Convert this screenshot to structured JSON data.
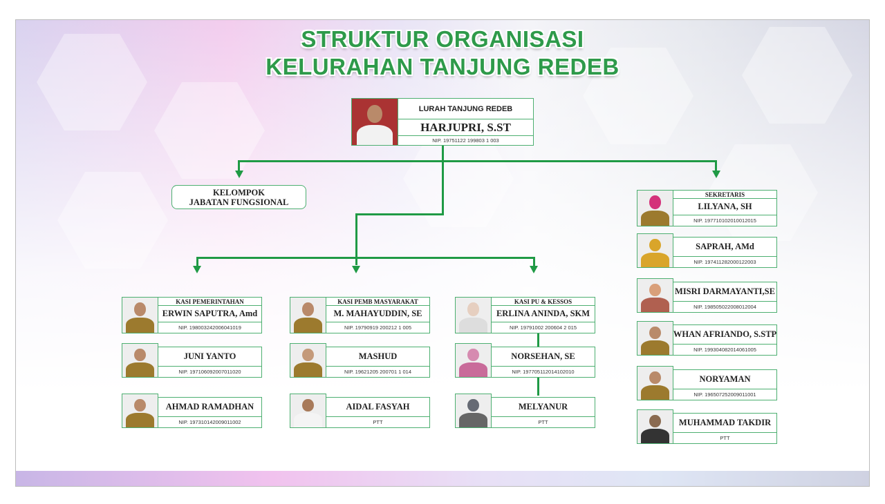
{
  "title": {
    "line1": "STRUKTUR ORGANISASI",
    "line2": "KELURAHAN TANJUNG REDEB"
  },
  "colors": {
    "accent": "#2e9a4a",
    "border": "#4caf70"
  },
  "lurah": {
    "position": "LURAH TANJUNG REDEB",
    "name": "HARJUPRI, S.ST",
    "nip": "NIP. 19751122 199803 1 003"
  },
  "kelompok": {
    "line1": "KELOMPOK",
    "line2": "JABATAN FUNGSIONAL"
  },
  "pemerintahan": [
    {
      "position": "KASI PEMERINTAHAN",
      "name": "ERWIN SAPUTRA, Amd",
      "nip": "NIP. 198003242006041019"
    },
    {
      "name": "JUNI YANTO",
      "nip": "NIP. 197106092007011020"
    },
    {
      "name": "AHMAD RAMADHAN",
      "nip": "NIP. 197310142009011002"
    }
  ],
  "pemb": [
    {
      "position": "KASI PEMB MASYARAKAT",
      "name": "M. MAHAYUDDIN, SE",
      "nip": "NIP. 19790919 200212 1 005"
    },
    {
      "name": "MASHUD",
      "nip": "NIP. 19621205 200701 1 014"
    },
    {
      "name": "AIDAL FASYAH",
      "nip": "PTT"
    }
  ],
  "pu": [
    {
      "position": "KASI PU & KESSOS",
      "name": "ERLINA ANINDA, SKM",
      "nip": "NIP. 19791002 200604 2 015"
    },
    {
      "name": "NORSEHAN, SE",
      "nip": "NIP. 197705112014102010"
    },
    {
      "name": "MELYANUR",
      "nip": "PTT"
    }
  ],
  "sekretariat": [
    {
      "position": "SEKRETARIS",
      "name": "LILYANA, SH",
      "nip": "NIP. 197710102010012015"
    },
    {
      "name": "SAPRAH, AMd",
      "nip": "NIP. 197411282000122003"
    },
    {
      "name": "MISRI DARMAYANTI,SE",
      "nip": "NIP. 198505022008012004"
    },
    {
      "name": "WHAN AFRIANDO, S.STP",
      "nip": "NIP. 199304082014061005"
    },
    {
      "name": "NORYAMAN",
      "nip": "NIP. 196507252009011001"
    },
    {
      "name": "MUHAMMAD TAKDIR",
      "nip": "PTT"
    }
  ]
}
